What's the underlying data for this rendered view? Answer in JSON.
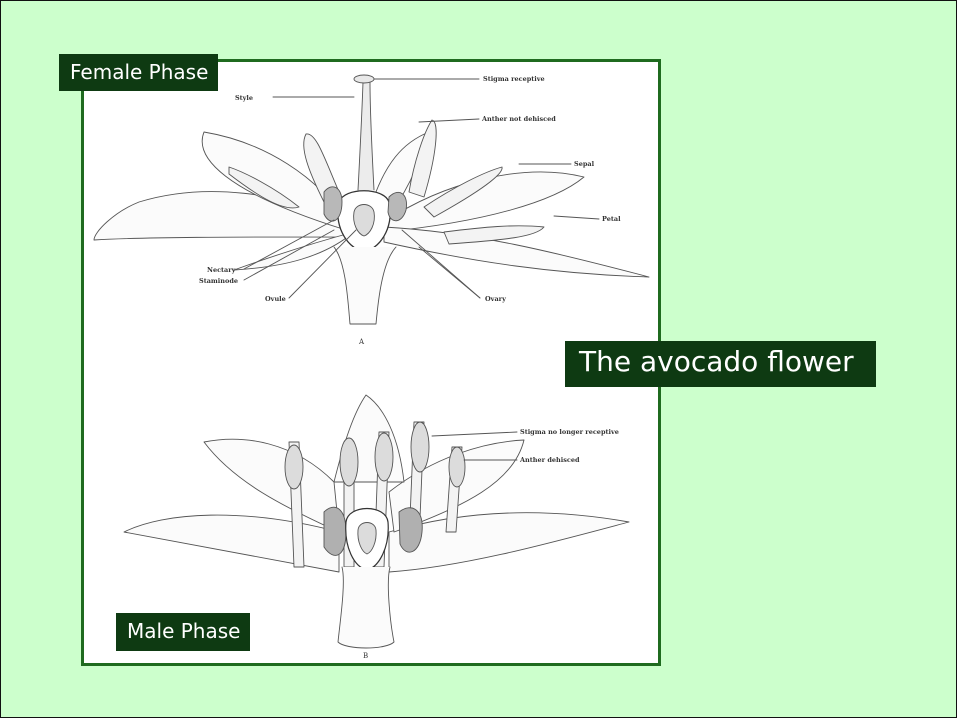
{
  "title": "The avocado flower",
  "phase_tags": {
    "female": "Female Phase",
    "male": "Male Phase"
  },
  "figure": {
    "plate_a": "A",
    "plate_b": "B",
    "labels_a": {
      "stigma": "Stigma receptive",
      "style": "Style",
      "anther": "Anther not dehisced",
      "sepal": "Sepal",
      "petal": "Petal",
      "nectary": "Nectary",
      "staminode": "Staminode",
      "ovule": "Ovule",
      "ovary": "Ovary"
    },
    "labels_b": {
      "stigma": "Stigma no longer receptive",
      "anther": "Anther dehisced"
    }
  }
}
